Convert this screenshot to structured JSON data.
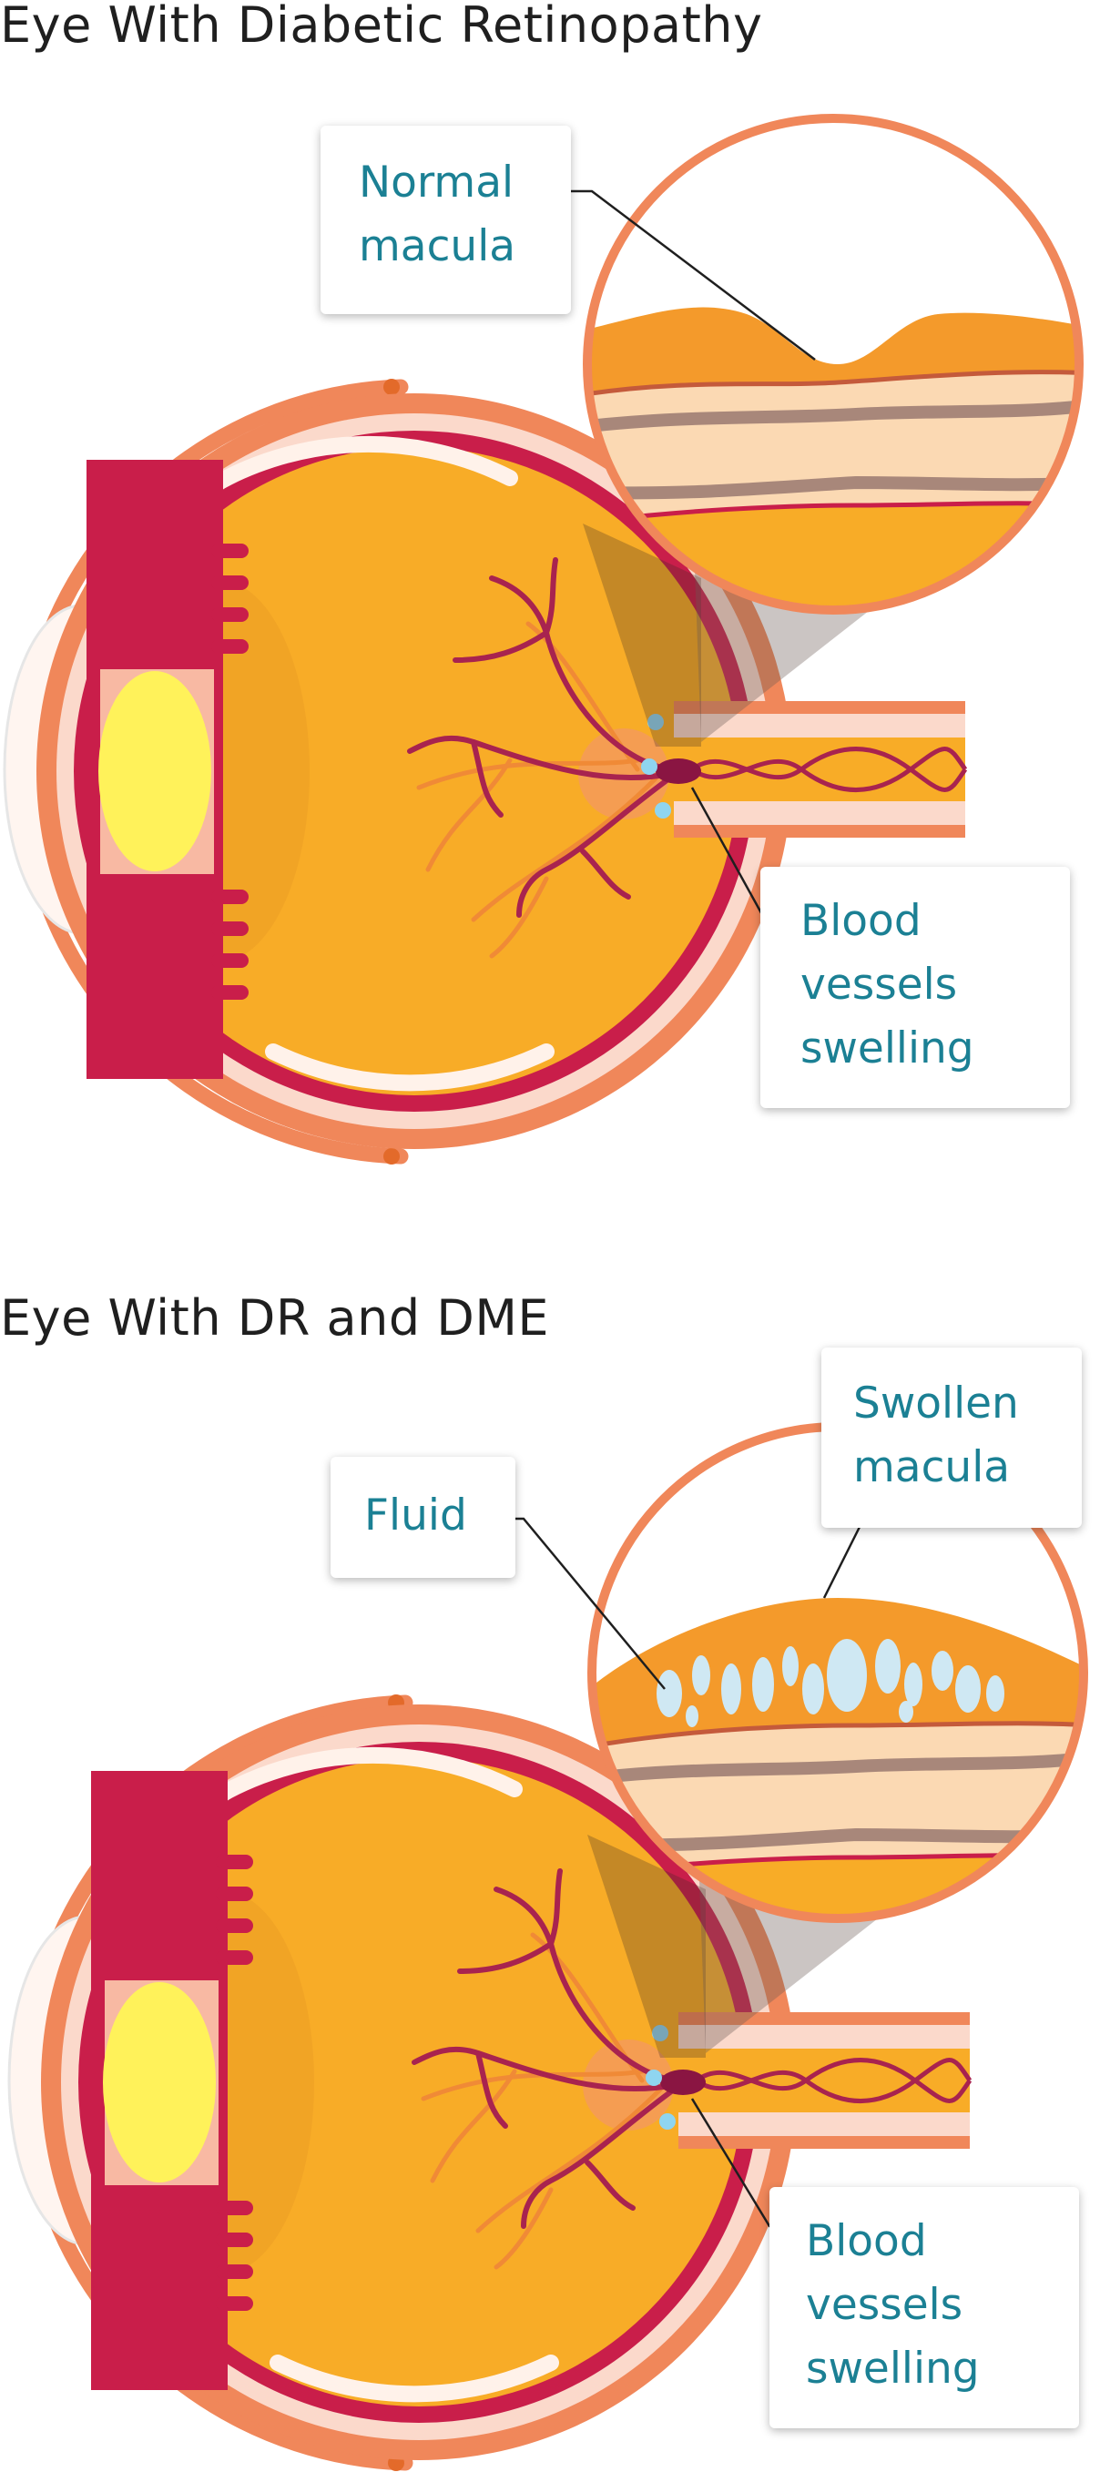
{
  "panels": [
    {
      "title": "Eye With Diabetic Retinopathy",
      "labels": {
        "macula": [
          "Normal",
          "macula"
        ],
        "vessels": [
          "Blood",
          "vessels",
          "swelling"
        ]
      }
    },
    {
      "title": "Eye With DR and DME",
      "labels": {
        "fluid": [
          "Fluid"
        ],
        "macula": [
          "Swollen",
          "macula"
        ],
        "vessels": [
          "Blood",
          "vessels",
          "swelling"
        ]
      }
    }
  ],
  "colors": {
    "title_text": "#1f1f1f",
    "label_text": "#1b8094",
    "sclera": "#f0875a",
    "retina": "#c91e4a",
    "vitreous": "#f8ac27",
    "lens": "#fff25a",
    "iris": "#7fa6b8",
    "fluid": "#cfe8f3",
    "magnifier_ring": "#f0875a"
  }
}
